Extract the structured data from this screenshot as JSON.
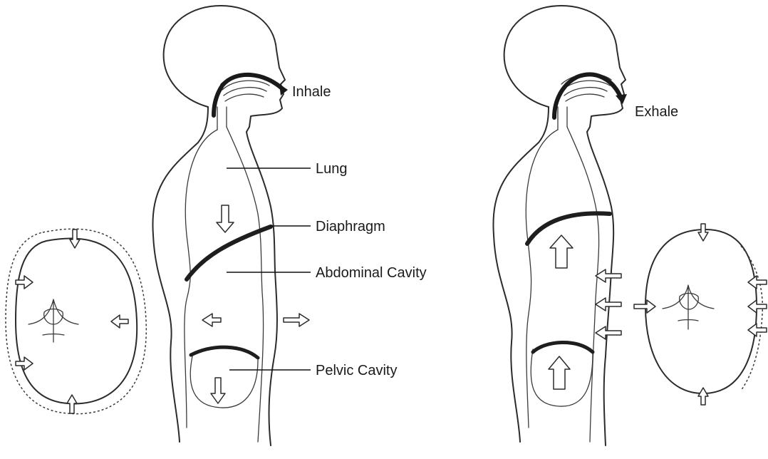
{
  "labels": {
    "inhale": "Inhale",
    "exhale": "Exhale",
    "lung": "Lung",
    "diaphragm": "Diaphragm",
    "abdominal_cavity": "Abdominal Cavity",
    "pelvic_cavity": "Pelvic Cavity"
  },
  "colors": {
    "line": "#2b2b2b",
    "background": "#ffffff"
  }
}
